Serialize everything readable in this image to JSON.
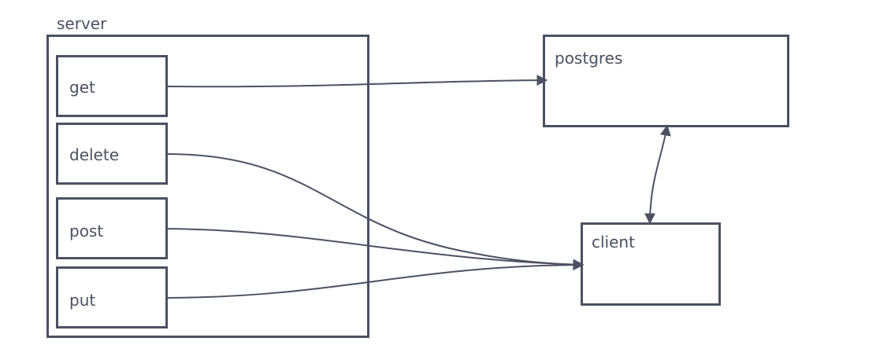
{
  "server": {
    "label": "server",
    "endpoints": [
      {
        "label": "get"
      },
      {
        "label": "delete"
      },
      {
        "label": "post"
      },
      {
        "label": "put"
      }
    ]
  },
  "postgres": {
    "label": "postgres"
  },
  "client": {
    "label": "client"
  },
  "colors": {
    "stroke": "#4b5163",
    "background": "#ffffff"
  }
}
